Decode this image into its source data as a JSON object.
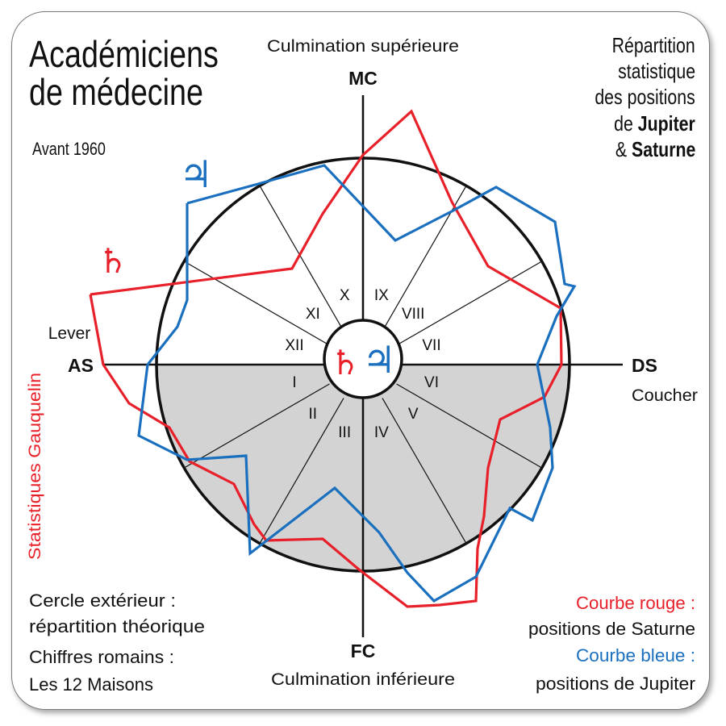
{
  "title_line1": "Académiciens",
  "title_line2": "de médecine",
  "subtitle": "Avant 1960",
  "top_right": {
    "line1": "Répartition",
    "line2": "statistique",
    "line3": "des positions",
    "line4_prefix": "de ",
    "line4_bold": "Jupiter",
    "line5_prefix": "& ",
    "line5_bold": "Saturne"
  },
  "axis_labels": {
    "mc": "MC",
    "mc_caption": "Culmination supérieure",
    "fc": "FC",
    "fc_caption": "Culmination inférieure",
    "as": "AS",
    "as_caption": "Lever",
    "ds": "DS",
    "ds_caption": "Coucher"
  },
  "houses": [
    "I",
    "II",
    "III",
    "IV",
    "V",
    "VI",
    "VII",
    "VIII",
    "IX",
    "X",
    "XI",
    "XII"
  ],
  "side_label": "Statistiques Gauquelin",
  "legend_left": {
    "line1": "Cercle extérieur :",
    "line2": "répartition théorique",
    "line3": "Chiffres romains :",
    "line4": "Les 12 Maisons"
  },
  "legend_right": {
    "red_title": "Courbe rouge :",
    "red_desc": "positions de Saturne",
    "blue_title": "Courbe bleue :",
    "blue_desc": "positions de Jupiter"
  },
  "symbols": {
    "saturn": "♄",
    "jupiter": "♃"
  },
  "colors": {
    "saturn_curve": "#e8202a",
    "jupiter_curve": "#1a6fbf",
    "below_horizon_fill": "#d3d3d3"
  },
  "chart_data": {
    "type": "radar",
    "description_axes": [
      "AS",
      "MC",
      "DS",
      "FC"
    ],
    "series": [
      {
        "name": "Courbe rouge : positions de Saturne",
        "color": "#e8202a"
      },
      {
        "name": "Courbe bleue : positions de Jupiter",
        "color": "#1a6fbf"
      }
    ]
  }
}
